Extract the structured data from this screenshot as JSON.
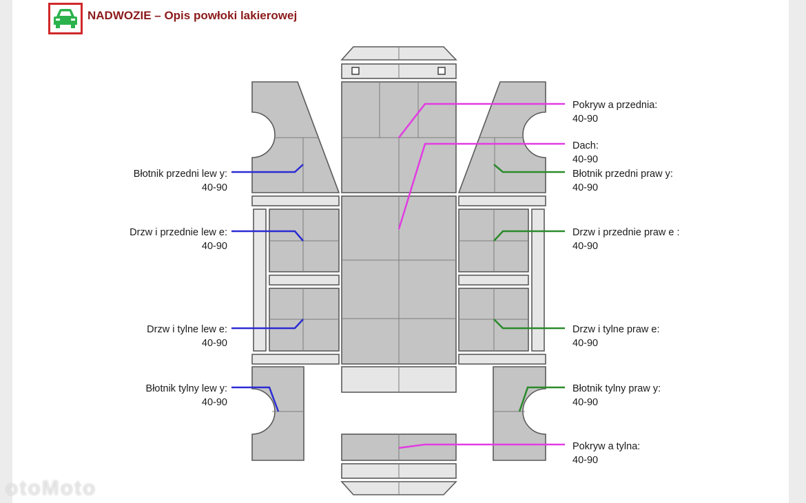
{
  "header": {
    "title": "NADWOZIE – Opis powłoki lakierowej",
    "badge_icon": "car-icon",
    "badge_color": "#d0282a",
    "icon_color": "#2bb24c"
  },
  "watermark": "otoMoto",
  "colors": {
    "left_leader": "#2b2bd4",
    "right_leader": "#2a8a2a",
    "center_leader": "#e23be2",
    "panel_fill": "#c4c4c4",
    "strip_fill": "#e6e6e6",
    "title_color": "#8b1a1a"
  },
  "labels": {
    "front_hood": {
      "name": "Pokryw a przednia:",
      "value": "40-90"
    },
    "roof": {
      "name": "Dach:",
      "value": "40-90"
    },
    "front_fender_right": {
      "name": "Błotnik przedni praw y:",
      "value": "40-90"
    },
    "front_door_right": {
      "name": "Drzw i przednie praw e :",
      "value": "40-90"
    },
    "rear_door_right": {
      "name": "Drzw i tylne praw e:",
      "value": "40-90"
    },
    "rear_fender_right": {
      "name": "Błotnik tylny praw y:",
      "value": "40-90"
    },
    "trunk": {
      "name": "Pokryw a tylna:",
      "value": "40-90"
    },
    "front_fender_left": {
      "name": "Błotnik przedni lew y:",
      "value": "40-90"
    },
    "front_door_left": {
      "name": "Drzw i przednie lew e:",
      "value": "40-90"
    },
    "rear_door_left": {
      "name": "Drzw i tylne lew e:",
      "value": "40-90"
    },
    "rear_fender_left": {
      "name": "Błotnik tylny lew y:",
      "value": "40-90"
    }
  }
}
